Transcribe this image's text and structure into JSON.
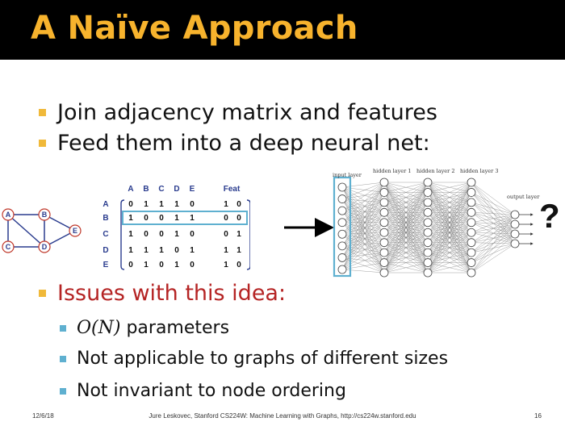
{
  "title": "A Naïve Approach",
  "bullets": [
    {
      "text": "Join adjacency matrix and features"
    },
    {
      "text": "Feed them into a deep neural net:"
    }
  ],
  "issues": {
    "heading": "Issues with this idea:",
    "items": [
      {
        "math": "O(N)",
        "text": " parameters"
      },
      {
        "text": "Not applicable to graphs of different sizes"
      },
      {
        "text": "Not invariant to node ordering"
      }
    ]
  },
  "graph": {
    "nodes": [
      "A",
      "B",
      "C",
      "D",
      "E"
    ]
  },
  "matrix": {
    "columns": [
      "A",
      "B",
      "C",
      "D",
      "E"
    ],
    "feat_header": "Feat",
    "rows": [
      {
        "label": "A",
        "values": [
          "0",
          "1",
          "1",
          "1",
          "0"
        ],
        "feat": [
          "1",
          "0"
        ]
      },
      {
        "label": "B",
        "values": [
          "1",
          "0",
          "0",
          "1",
          "1"
        ],
        "feat": [
          "0",
          "0"
        ]
      },
      {
        "label": "C",
        "values": [
          "1",
          "0",
          "0",
          "1",
          "0"
        ],
        "feat": [
          "0",
          "1"
        ]
      },
      {
        "label": "D",
        "values": [
          "1",
          "1",
          "1",
          "0",
          "1"
        ],
        "feat": [
          "1",
          "1"
        ]
      },
      {
        "label": "E",
        "values": [
          "0",
          "1",
          "0",
          "1",
          "0"
        ],
        "feat": [
          "1",
          "0"
        ]
      }
    ]
  },
  "network": {
    "layer_labels": [
      "input layer",
      "hidden layer 1",
      "hidden layer 2",
      "hidden layer 3",
      "output layer"
    ]
  },
  "question_mark": "?",
  "footer": {
    "date": "12/6/18",
    "center": "Jure Leskovec, Stanford CS224W: Machine Learning with Graphs, http://cs224w.stanford.edu",
    "page": "16"
  },
  "colors": {
    "title": "#f7b32d",
    "bullet": "#f0b93a",
    "sub_bullet": "#5fb0d0",
    "issues": "#b52424",
    "highlight": "#5fb0d0"
  }
}
